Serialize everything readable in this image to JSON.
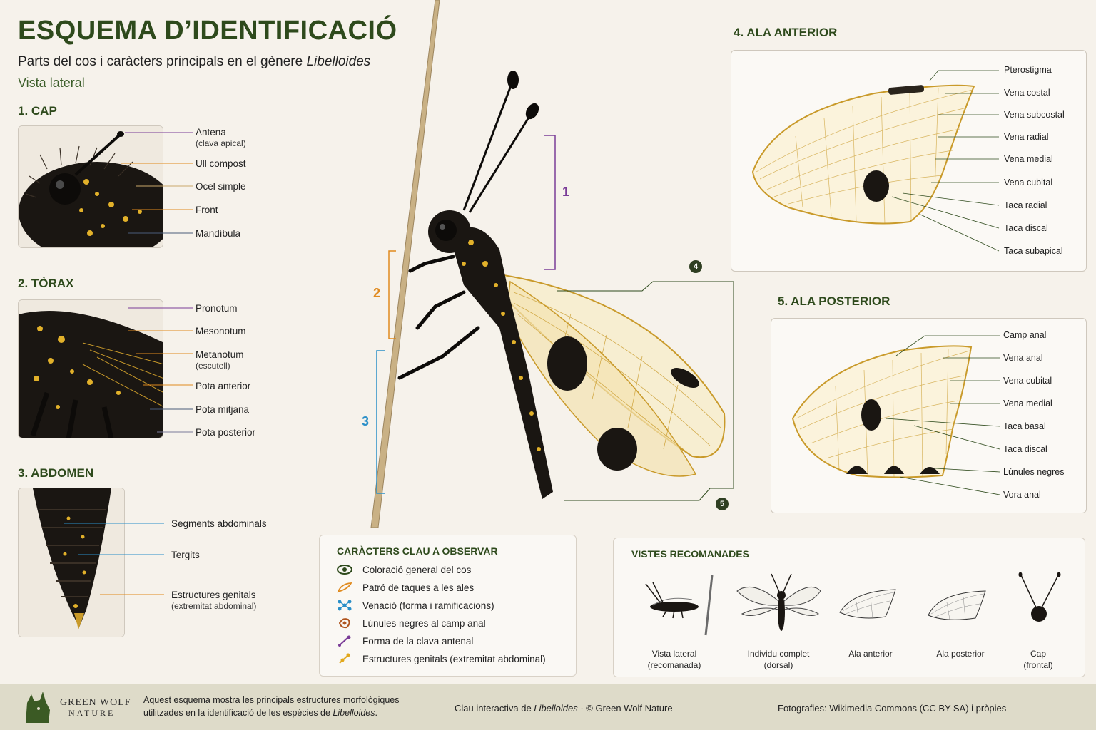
{
  "header": {
    "title": "ESQUEMA D’IDENTIFICACIÓ",
    "subtitle_prefix": "Parts del cos i caràcters principals en el gènere ",
    "subtitle_genus": "Libelloides",
    "view": "Vista lateral"
  },
  "cap": {
    "heading": "1. CAP",
    "labels": [
      {
        "text": "Antena",
        "sub": "(clava apical)"
      },
      {
        "text": "Ull compost"
      },
      {
        "text": "Ocel simple"
      },
      {
        "text": "Front"
      },
      {
        "text": "Mandíbula"
      }
    ]
  },
  "torax": {
    "heading": "2. TÒRAX",
    "labels": [
      {
        "text": "Pronotum"
      },
      {
        "text": "Mesonotum"
      },
      {
        "text": "Metanotum",
        "sub": "(escutell)"
      },
      {
        "text": "Pota anterior"
      },
      {
        "text": "Pota mitjana"
      },
      {
        "text": "Pota posterior"
      }
    ]
  },
  "abdomen": {
    "heading": "3. ABDOMEN",
    "labels": [
      {
        "text": "Segments abdominals"
      },
      {
        "text": "Tergits"
      },
      {
        "text": "Estructures genitals",
        "sub": "(extremitat abdominal)"
      }
    ]
  },
  "bracket_numbers": [
    "1",
    "2",
    "3",
    "4",
    "5"
  ],
  "ala_anterior": {
    "heading": "4. ALA ANTERIOR",
    "labels": [
      "Pterostigma",
      "Vena costal",
      "Vena subcostal",
      "Vena radial",
      "Vena medial",
      "Vena cubital",
      "Taca radial",
      "Taca discal",
      "Taca subapical"
    ]
  },
  "ala_posterior": {
    "heading": "5. ALA POSTERIOR",
    "labels": [
      "Camp anal",
      "Vena anal",
      "Vena cubital",
      "Vena medial",
      "Taca basal",
      "Taca discal",
      "Lúnules negres",
      "Vora anal"
    ]
  },
  "key_characters": {
    "heading": "CARÀCTERS CLAU A OBSERVAR",
    "items": [
      {
        "icon": "eye-icon",
        "color": "#2e4a1c",
        "text": "Coloració general del cos"
      },
      {
        "icon": "wing-icon",
        "color": "#e08a1e",
        "text": "Patró de taques a les ales"
      },
      {
        "icon": "network-icon",
        "color": "#2a8fc8",
        "text": "Venació (forma i ramificacions)"
      },
      {
        "icon": "lunule-icon",
        "color": "#b0551f",
        "text": "Lúnules negres al camp anal"
      },
      {
        "icon": "antenna-club-icon",
        "color": "#7a3c97",
        "text": "Forma de la clava antenal"
      },
      {
        "icon": "genital-icon",
        "color": "#e2a81c",
        "text": "Estructures genitals (extremitat abdominal)"
      }
    ]
  },
  "recommended_views": {
    "heading": "VISTES RECOMANADES",
    "items": [
      {
        "label": "Vista lateral",
        "sub": "(recomanada)"
      },
      {
        "label": "Individu complet",
        "sub": "(dorsal)"
      },
      {
        "label": "Ala anterior",
        "sub": ""
      },
      {
        "label": "Ala posterior",
        "sub": ""
      },
      {
        "label": "Cap",
        "sub": "(frontal)"
      }
    ]
  },
  "footer": {
    "brand_line1": "GREEN WOLF",
    "brand_line2": "NATURE",
    "desc_line1": "Aquest esquema mostra les principals estructures morfològiques",
    "desc_line2_prefix": "utilitzades en la identificació de les espècies de ",
    "desc_genus": "Libelloides",
    "desc_line2_suffix": ".",
    "center_prefix": "Clau interactiva de ",
    "center_genus": "Libelloides",
    "center_suffix": " · © Green Wolf Nature",
    "right": "Fotografies: Wikimedia Commons (CC BY-SA) i pròpies"
  },
  "colors": {
    "title": "#2e4a1c",
    "bracket_head": "#7a3c97",
    "bracket_thorax": "#e08a1e",
    "bracket_abdomen": "#2a8fc8",
    "wing_vein": "#c99a2a",
    "background": "#f6f2eb"
  }
}
